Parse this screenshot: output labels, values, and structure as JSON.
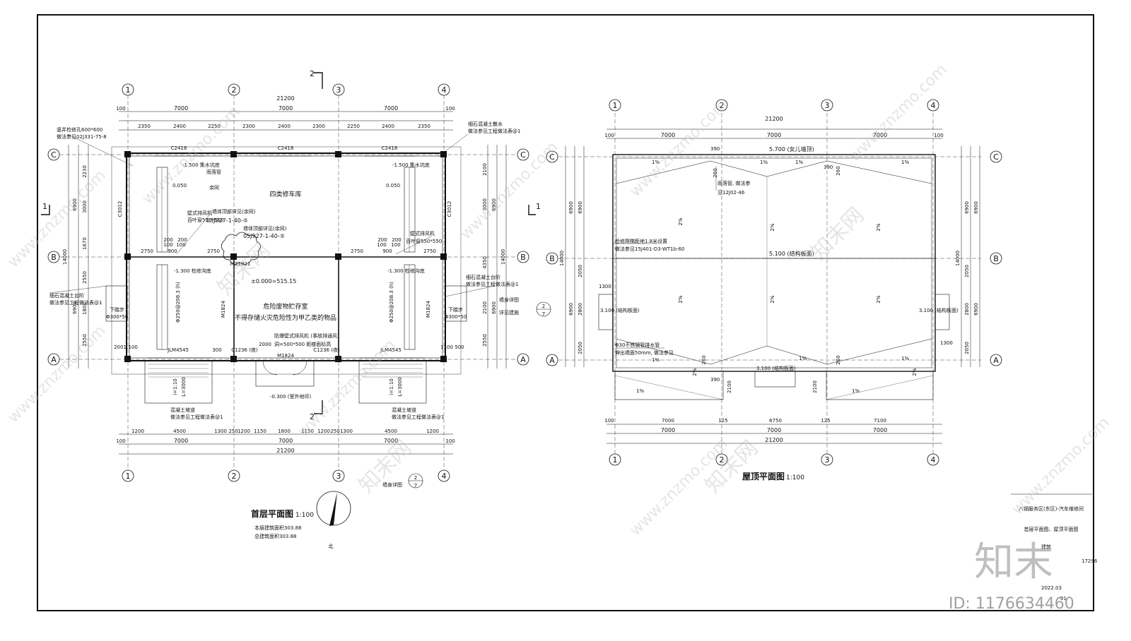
{
  "left_plan": {
    "title": "首层平面图",
    "scale": "1:100",
    "area_line1": "本层建筑面积303.88",
    "area_line2": "总建筑面积303.88",
    "north": "北",
    "grid_cols": [
      "1",
      "2",
      "3",
      "4"
    ],
    "grid_rows": [
      "C",
      "B",
      "A"
    ],
    "dim_total": "21200",
    "dim_bays": [
      "7000",
      "7000",
      "7000"
    ],
    "dim_edge": "100",
    "dim_sub": [
      "2350",
      "2400",
      "2250",
      "2300",
      "2400",
      "2300",
      "2250",
      "2400",
      "2350"
    ],
    "bottom_sub": [
      "1200",
      "4500",
      "1300",
      "250",
      "1200",
      "1150",
      "1800",
      "1150",
      "1200",
      "250",
      "1300",
      "4500",
      "1200"
    ],
    "left_dims": [
      "2230",
      "3000",
      "1670",
      "2550",
      "1800",
      "2550"
    ],
    "left_big": [
      "6900",
      "6900"
    ],
    "left_total": "14000",
    "right_dims": [
      "2100",
      "3000",
      "4350",
      "2100",
      "2550"
    ],
    "room_garage": "四类修车库",
    "room_hazard_1": "危险废物贮存室",
    "room_hazard_2": "不得存储火灾危险性为甲乙类的物品",
    "windows_top": [
      "C2418",
      "C2418",
      "C2418"
    ],
    "windows_bottom": [
      "JLM4545",
      "JLM4545"
    ],
    "win_c1236_l": "C1236 (夜)",
    "win_c1236_r": "C1236 (夜)",
    "door_m1824": "M1824",
    "door_m1824_l": "M1824",
    "door_m1824_r": "M1824",
    "door_mz": "MZ1021",
    "side_c3012_l": "C3012",
    "side_c3012_r": "C3012",
    "elev_0": "±0.000=515.15",
    "elev_m1500_l": "-1.500 集水坑底",
    "elev_m1500_r": "-1.500 集水坑底",
    "elev_0050_l": "0.050",
    "elev_0050_r": "0.050",
    "elev_m1300_l": "-1.300 检修沟底",
    "elev_m1300_r": "-1.300 检修沟底",
    "elev_m0300": "-0.300 (室外地坪)",
    "note_drain_pipe": "雨落管",
    "note_drain_pipe2": "余同",
    "note_shaft_1": "竖井检修孔600*600",
    "note_shaft_2": "做法参见02J331-75-8",
    "note_flue_1": "墙体顶部详见(余同)",
    "note_flue_2": "05J927-1-40-⑤",
    "note_flue_3": "墙体顶部详见(余同)",
    "note_flue_4": "05J927-1-40-⑤",
    "note_vent_1": "壁式排风机",
    "note_vent_2": "百叶窗550*550",
    "note_vent_3": "壁式排风机",
    "note_vent_4": "百叶窗550*550",
    "note_fan_1": "防爆壁式排风机 (事故排通风)",
    "note_fan_2": "洞=500*500 距楼面标高",
    "note_ramp_l1": "混凝土坡道",
    "note_ramp_l2": "做法参见工程做法表@1",
    "note_ramp_r1": "混凝土坡道",
    "note_ramp_r2": "做法参见工程做法表@1",
    "note_step_l1": "细石混凝土台阶",
    "note_step_l2": "做法参见工程做法表@1",
    "note_step_r1": "细石混凝土台阶",
    "note_step_r2": "做法参见工程做法表@1",
    "note_scatter_1": "细石混凝土散水",
    "note_scatter_2": "做法参见工程做法表@1",
    "note_wall": "墙身详图",
    "note_wall_r": "详见建施",
    "note_wall_bottom": "墙身详图",
    "pipe_l": "Φ250@208.3 (h)",
    "pipe_r": "Φ250@208.3 (h)",
    "pit_l": "集水坑",
    "pit_r": "集水坑",
    "ramp_l": "i=1:10",
    "ramp_l2": "L=3000",
    "ramp_r": "i=1:10",
    "ramp_r2": "L=3000",
    "sec_mark": "2",
    "sec_mark_side": "1",
    "detail_num": "2",
    "detail_den": "7",
    "step_l": "下踏步",
    "step_l2": "Φ300*50",
    "step_r": "下踏步",
    "step_r2": "Φ300*50",
    "misc_dims": [
      "2750",
      "100",
      "900",
      "100",
      "2750",
      "2750",
      "100",
      "900",
      "100",
      "2750",
      "200",
      "200",
      "200",
      "200",
      "2000",
      "300",
      "2001",
      "1100",
      "1100",
      "500"
    ]
  },
  "right_plan": {
    "title": "屋顶平面图",
    "scale": "1:100",
    "grid_cols": [
      "1",
      "2",
      "3",
      "4"
    ],
    "grid_rows": [
      "C",
      "B",
      "A"
    ],
    "dim_total": "21200",
    "dim_bays": [
      "7000",
      "7000",
      "7000"
    ],
    "dim_bottom_sub": [
      "7000",
      "125",
      "6750",
      "125",
      "7100"
    ],
    "dim_edge": "100",
    "left_dims": [
      "6900",
      "2050",
      "2800",
      "2050"
    ],
    "left_total": "14000",
    "left_big": [
      "6900",
      "6900"
    ],
    "elev_top": "5.700 (女儿墙顶)",
    "elev_mid": "5.100 (结构板面)",
    "elev_side_l": "3.100 (结构板面)",
    "elev_side_r": "3.100 (结构板面)",
    "elev_bottom": "3.100 (结构板面)",
    "slope": "2%",
    "slope_small": "1%",
    "dim_390": "390",
    "dim_260": "260",
    "dim_1300": "1300",
    "dim_2100": "2100",
    "note_outlet_1": "雨落管, 做法参",
    "note_outlet_2": "见12J02-46",
    "note_ladder_1": "检修爬梯距地1.8米设置",
    "note_ladder_2": "做法参见15J401-D3-WT1b-60",
    "note_pipe_1": "Φ30不锈钢管排水管",
    "note_pipe_2": "伸出墙面50mm, 做法参见"
  },
  "title_block": {
    "project": "八钢服务区(东区)-汽车维修间",
    "drawing": "首层平面图、屋顶平面图",
    "discipline": "建筑",
    "number": "17296",
    "date": "2022.03",
    "sheet": "01"
  },
  "watermark": {
    "logo": "知末",
    "id": "ID: 1176634460",
    "site": "www.znzmo.com",
    "site_cn": "知末网"
  }
}
